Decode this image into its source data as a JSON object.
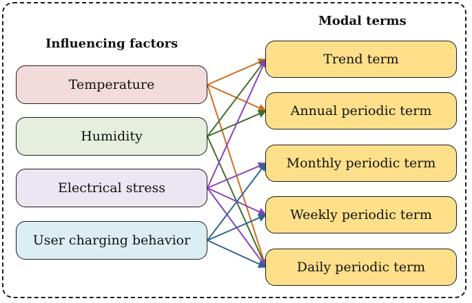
{
  "headings": {
    "factors": "Influencing factors",
    "modal": "Modal terms"
  },
  "factors": [
    {
      "label": "Temperature",
      "color": "#f2dcdb"
    },
    {
      "label": "Humidity",
      "color": "#e6efdd"
    },
    {
      "label": "Electrical stress",
      "color": "#ebe6f1"
    },
    {
      "label": "User charging behavior",
      "color": "#dbeef4"
    }
  ],
  "modal_terms": [
    {
      "label": "Trend term"
    },
    {
      "label": "Annual periodic term"
    },
    {
      "label": "Monthly periodic term"
    },
    {
      "label": "Weekly periodic term"
    },
    {
      "label": "Daily periodic term"
    }
  ],
  "connections": [
    {
      "from": 0,
      "to": 0,
      "color": "#d46a1b"
    },
    {
      "from": 0,
      "to": 1,
      "color": "#d46a1b"
    },
    {
      "from": 0,
      "to": 4,
      "color": "#d46a1b"
    },
    {
      "from": 1,
      "to": 0,
      "color": "#3f6e2a"
    },
    {
      "from": 1,
      "to": 1,
      "color": "#3f6e2a"
    },
    {
      "from": 1,
      "to": 4,
      "color": "#3f6e2a"
    },
    {
      "from": 2,
      "to": 0,
      "color": "#8a3fbf"
    },
    {
      "from": 2,
      "to": 2,
      "color": "#8a3fbf"
    },
    {
      "from": 2,
      "to": 3,
      "color": "#8a3fbf"
    },
    {
      "from": 2,
      "to": 4,
      "color": "#8a3fbf"
    },
    {
      "from": 3,
      "to": 2,
      "color": "#2f6491"
    },
    {
      "from": 3,
      "to": 3,
      "color": "#2f6491"
    },
    {
      "from": 3,
      "to": 4,
      "color": "#2f6491"
    }
  ]
}
